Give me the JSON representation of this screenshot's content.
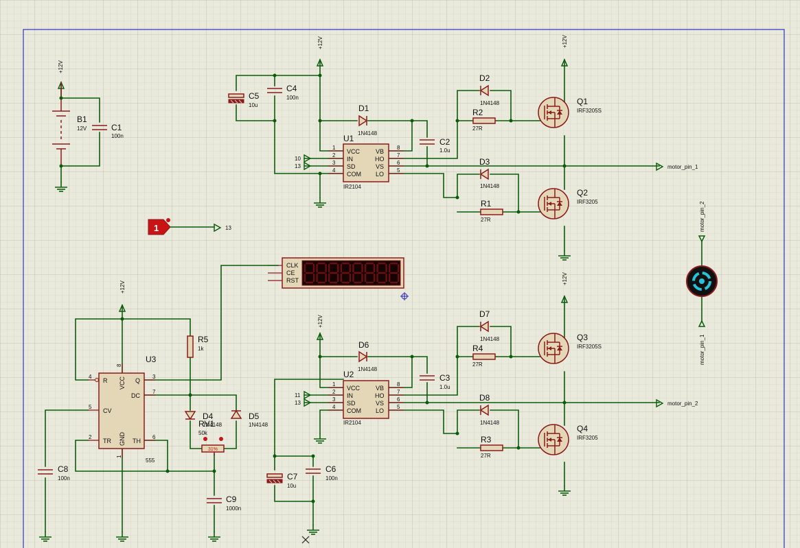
{
  "rails": {
    "plus12v": "+12V"
  },
  "battery": {
    "ref": "B1",
    "value": "12V"
  },
  "capacitors": {
    "c1": {
      "ref": "C1",
      "value": "100n"
    },
    "c2": {
      "ref": "C2",
      "value": "1.0u"
    },
    "c3": {
      "ref": "C3",
      "value": "1.0u"
    },
    "c4": {
      "ref": "C4",
      "value": "100n"
    },
    "c5": {
      "ref": "C5",
      "value": "10u"
    },
    "c6": {
      "ref": "C6",
      "value": "100n"
    },
    "c7": {
      "ref": "C7",
      "value": "10u"
    },
    "c8": {
      "ref": "C8",
      "value": "100n"
    },
    "c9": {
      "ref": "C9",
      "value": "1000n"
    }
  },
  "diodes": {
    "d1": {
      "ref": "D1",
      "value": "1N4148"
    },
    "d2": {
      "ref": "D2",
      "value": "1N4148"
    },
    "d3": {
      "ref": "D3",
      "value": "1N4148"
    },
    "d4": {
      "ref": "D4",
      "value": "1N4148"
    },
    "d5": {
      "ref": "D5",
      "value": "1N4148"
    },
    "d6": {
      "ref": "D6",
      "value": "1N4148"
    },
    "d7": {
      "ref": "D7",
      "value": "1N4148"
    },
    "d8": {
      "ref": "D8",
      "value": "1N4148"
    }
  },
  "resistors": {
    "r1": {
      "ref": "R1",
      "value": "27R"
    },
    "r2": {
      "ref": "R2",
      "value": "27R"
    },
    "r3": {
      "ref": "R3",
      "value": "27R"
    },
    "r4": {
      "ref": "R4",
      "value": "27R"
    },
    "r5": {
      "ref": "R5",
      "value": "1k"
    }
  },
  "mosfets": {
    "q1": {
      "ref": "Q1",
      "value": "IRF3205S"
    },
    "q2": {
      "ref": "Q2",
      "value": "IRF3205"
    },
    "q3": {
      "ref": "Q3",
      "value": "IRF3205S"
    },
    "q4": {
      "ref": "Q4",
      "value": "IRF3205"
    }
  },
  "drivers": {
    "u1": {
      "ref": "U1",
      "part": "IR2104",
      "pins": [
        "VCC",
        "IN",
        "SD",
        "COM",
        "VB",
        "HO",
        "VS",
        "LO"
      ],
      "pin_numbers": [
        "1",
        "2",
        "3",
        "4",
        "8",
        "7",
        "6",
        "5"
      ],
      "in_net": "10",
      "sd_net": "13"
    },
    "u2": {
      "ref": "U2",
      "part": "IR2104",
      "pins": [
        "VCC",
        "IN",
        "SD",
        "COM",
        "VB",
        "HO",
        "VS",
        "LO"
      ],
      "pin_numbers": [
        "1",
        "2",
        "3",
        "4",
        "8",
        "7",
        "6",
        "5"
      ],
      "in_net": "11",
      "sd_net": "13"
    }
  },
  "timer": {
    "ref": "U3",
    "part": "555",
    "pins": {
      "r": "R",
      "vcc": "VCC",
      "q": "Q",
      "dc": "DC",
      "cv": "CV",
      "tr": "TR",
      "gnd": "GND",
      "th": "TH"
    },
    "pin_numbers": {
      "r": "4",
      "vcc": "8",
      "q": "3",
      "dc": "7",
      "cv": "5",
      "tr": "2",
      "gnd": "1",
      "th": "6"
    }
  },
  "potentiometer": {
    "ref": "RV1",
    "value": "50k",
    "position": "31%"
  },
  "counter": {
    "pins": [
      "CLK",
      "CE",
      "RST"
    ],
    "digits": 8
  },
  "logic_state": {
    "value": "1",
    "net": "13"
  },
  "motor": {
    "pin_top": "motor_pin_2",
    "pin_bottom": "motor_pin_1"
  },
  "outputs": {
    "out1": "motor_pin_1",
    "out2": "motor_pin_2"
  }
}
